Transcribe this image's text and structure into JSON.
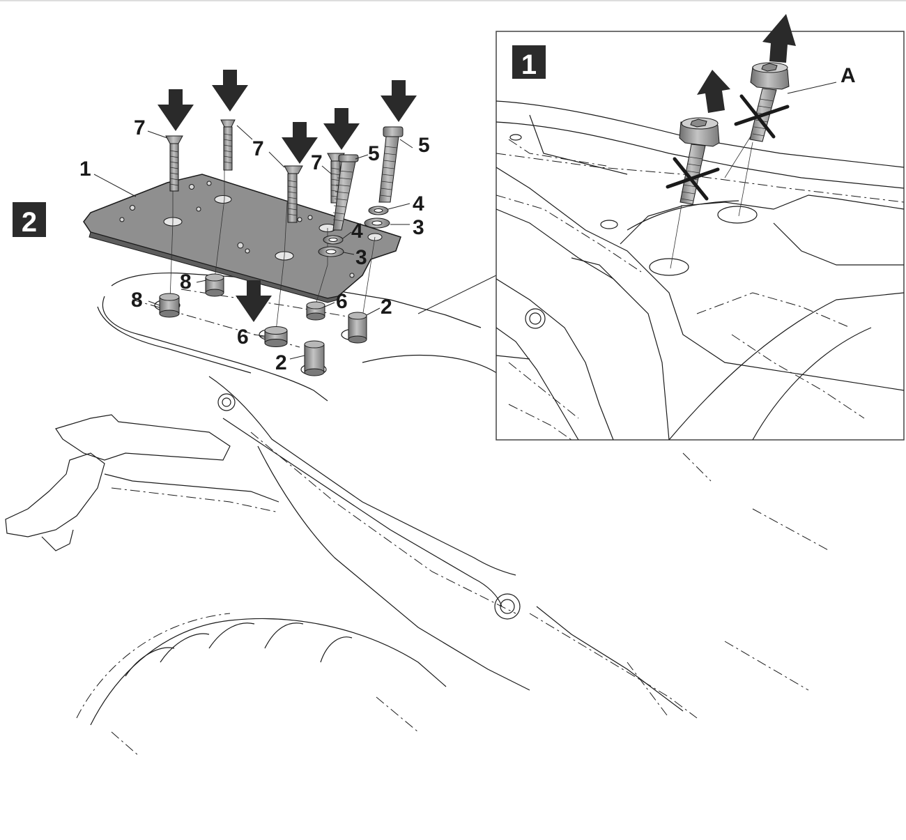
{
  "steps": {
    "step1": "1",
    "step2": "2"
  },
  "labels": {
    "l1": "1",
    "l7a": "7",
    "l7b": "7",
    "l7c": "7",
    "l5a": "5",
    "l5b": "5",
    "l4a": "4",
    "l4b": "4",
    "l3a": "3",
    "l3b": "3",
    "l8a": "8",
    "l8b": "8",
    "l6a": "6",
    "l6b": "6",
    "l2a": "2",
    "l2b": "2",
    "lA": "A"
  },
  "colors": {
    "ink": "#1a1a1a",
    "arrow": "#2a2a2a",
    "metal": "#9a9a9a",
    "plate": "#8f8f8f",
    "badge": "#2b2b2b"
  }
}
